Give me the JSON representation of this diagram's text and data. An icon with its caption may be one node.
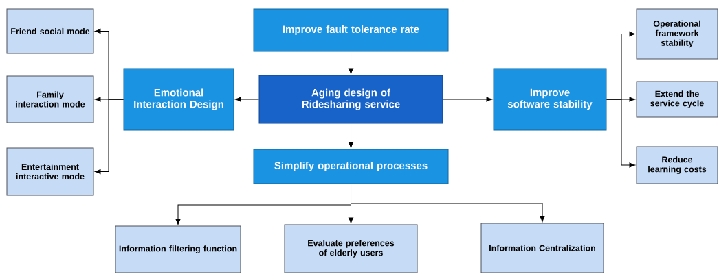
{
  "diagram": {
    "nodes": [
      {
        "text": [
          "Improve fault tolerance rate"
        ]
      },
      {
        "text": [
          "Aging design of Ridesharing service"
        ]
      },
      {
        "text": [
          "Emotional Interaction Design"
        ]
      },
      {
        "text": [
          "Improve software stability"
        ]
      },
      {
        "text": [
          "Simplify operational processes"
        ]
      },
      {
        "text": [
          "Friend social mode"
        ]
      },
      {
        "text": [
          "Family interaction mode"
        ]
      },
      {
        "text": [
          "Entertainment interactive mode"
        ]
      },
      {
        "text": [
          "Operational framework stability"
        ]
      },
      {
        "text": [
          "Extend the service cycle"
        ]
      },
      {
        "text": [
          "Reduce learning costs"
        ]
      },
      {
        "text": [
          "Information filtering function"
        ]
      },
      {
        "text": [
          "Evaluate preferences of elderly users"
        ]
      },
      {
        "text": [
          "Information Centralization"
        ]
      }
    ],
    "edges": [
      {
        "from": 0,
        "to": 1,
        "arrow": "to"
      },
      {
        "from": 1,
        "to": 2,
        "arrow": "to"
      },
      {
        "from": 1,
        "to": 3,
        "arrow": "to"
      },
      {
        "from": 1,
        "to": 4,
        "arrow": "to"
      },
      {
        "from": 2,
        "to": 5,
        "arrow": "to"
      },
      {
        "from": 2,
        "to": 6,
        "arrow": "to"
      },
      {
        "from": 2,
        "to": 7,
        "arrow": "to"
      },
      {
        "from": 3,
        "to": 8,
        "arrow": "to"
      },
      {
        "from": 3,
        "to": 9,
        "arrow": "to"
      },
      {
        "from": 3,
        "to": 10,
        "arrow": "to"
      },
      {
        "from": 4,
        "to": 11,
        "arrow": "to"
      },
      {
        "from": 4,
        "to": 12,
        "arrow": "to"
      },
      {
        "from": 4,
        "to": 13,
        "arrow": "to"
      }
    ]
  }
}
